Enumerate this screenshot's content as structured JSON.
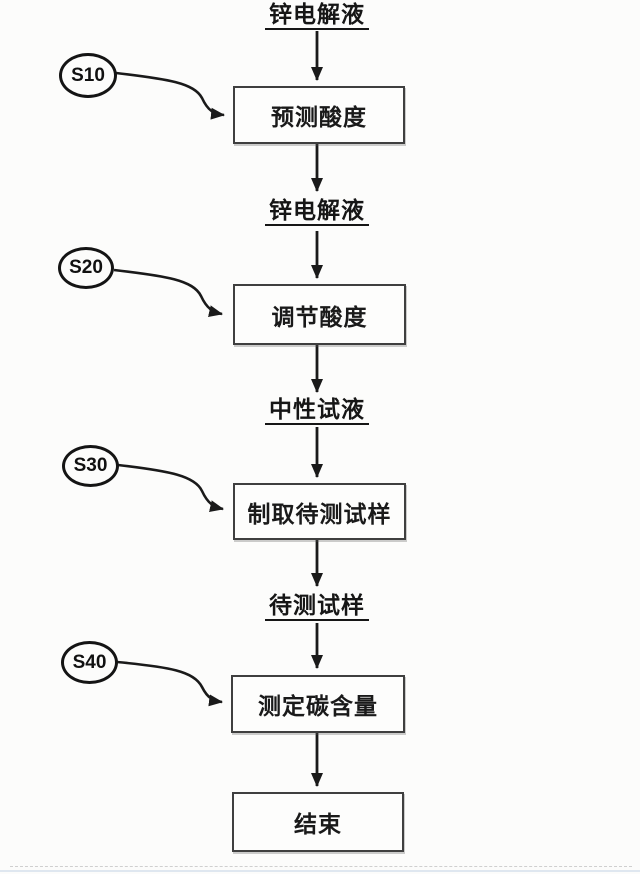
{
  "flowchart": {
    "stream_labels": [
      "锌电解液",
      "锌电解液",
      "中性试液",
      "待测试样"
    ],
    "process_boxes": [
      "预测酸度",
      "调节酸度",
      "制取待测试样",
      "测定碳含量",
      "结束"
    ],
    "step_badges": [
      "S10",
      "S20",
      "S30",
      "S40"
    ],
    "colors": {
      "ink": "#1a1a1a",
      "box_border": "#3f3f3f",
      "background": "#fcfcfb",
      "footer_line": "#dfe7f0"
    }
  }
}
